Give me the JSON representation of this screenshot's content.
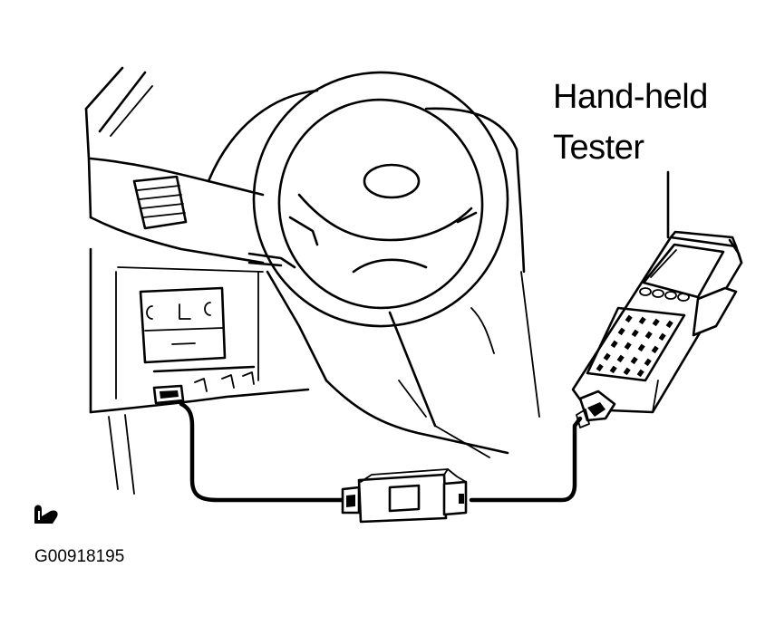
{
  "labels": {
    "tester_line1": "Hand-held",
    "tester_line2": "Tester"
  },
  "figure_id": "G00918195",
  "icons": {
    "corner_mark": "pointer-hand-icon"
  },
  "colors": {
    "ink": "#000000",
    "paper": "#ffffff"
  }
}
